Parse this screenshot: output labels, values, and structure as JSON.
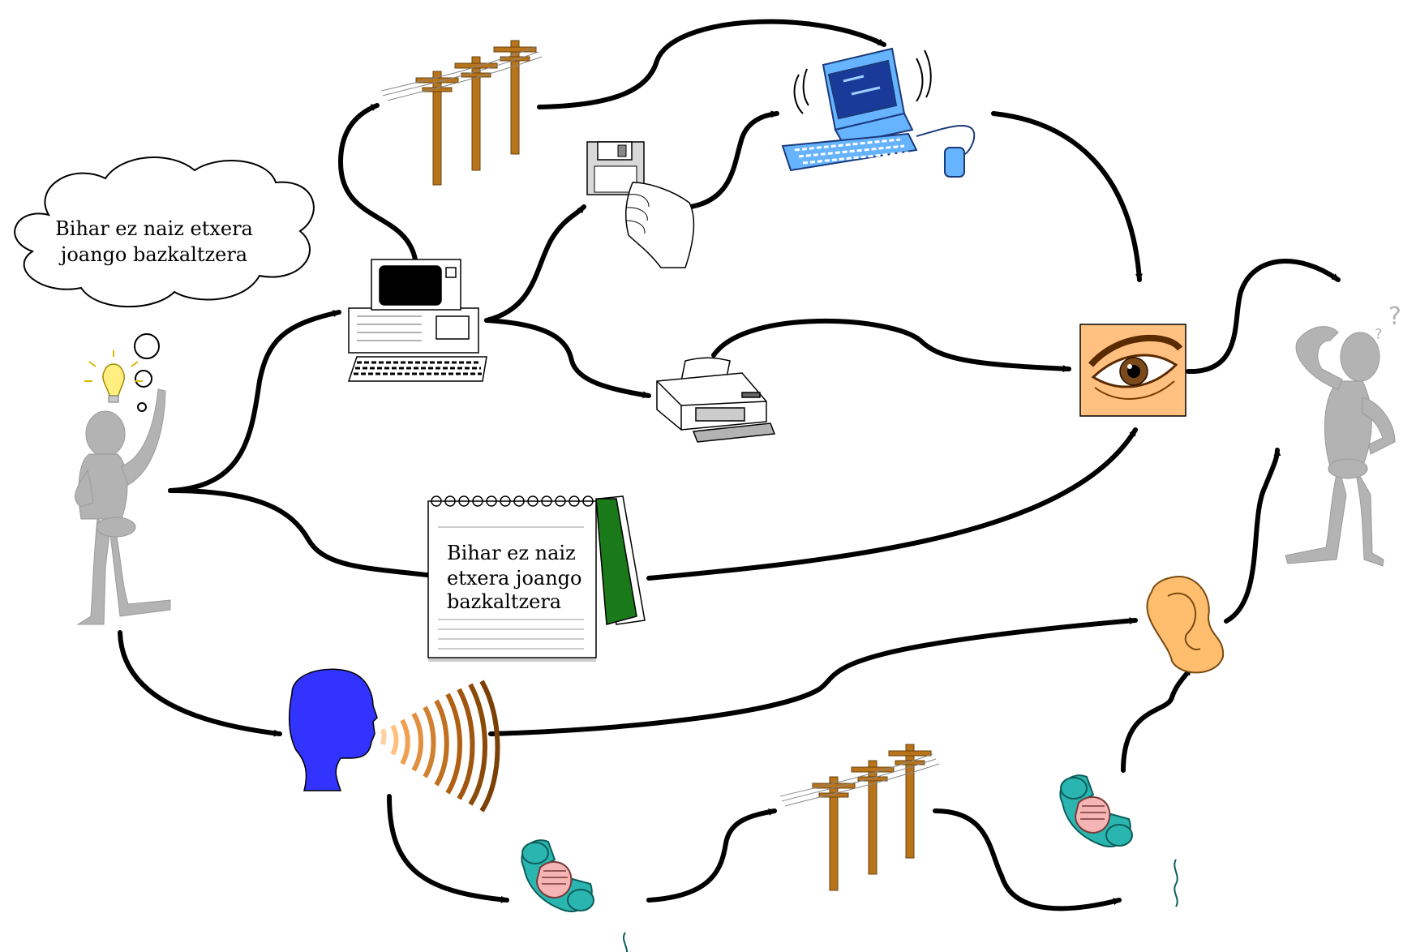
{
  "thought_bubble": {
    "lines": [
      "Bihar ez naiz etxera",
      "joango bazkaltzera"
    ]
  },
  "notepad": {
    "lines": [
      "Bihar ez naiz",
      "etxera joango",
      "bazkaltzera"
    ]
  },
  "colors": {
    "arrow": "#000000",
    "figure": "#b3b3b3",
    "speaker_head": "#3333ff",
    "pole": "#b8741a",
    "monitor_blue": "#66b3ff",
    "phone_teal": "#2ab5b0",
    "hand_pink": "#f5b5b5",
    "eye_bg": "#ffc080",
    "ear": "#ffbe6e",
    "bulb": "#ffef80"
  },
  "icons": [
    "person-thinking-icon",
    "thought-cloud-icon",
    "lightbulb-icon",
    "desktop-computer-icon",
    "telephone-poles-icon",
    "floppy-disk-hand-icon",
    "modern-computer-icon",
    "printer-icon",
    "eye-icon",
    "notepad-icon",
    "speaking-head-icon",
    "sound-waves-icon",
    "phone-handset-icon",
    "ear-icon",
    "person-questioning-icon"
  ]
}
